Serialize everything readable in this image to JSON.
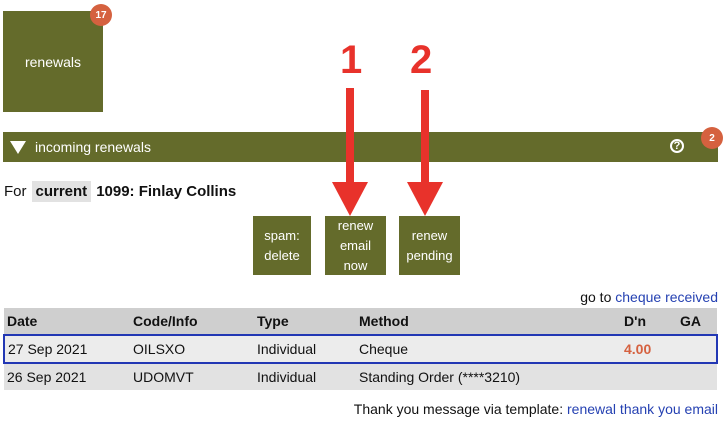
{
  "tile": {
    "label": "renewals",
    "badge": "17"
  },
  "section": {
    "title": "incoming renewals",
    "badge": "2",
    "help_icon": "?"
  },
  "member": {
    "prefix": "For",
    "tag": "current",
    "name": "1099: Finlay Collins"
  },
  "buttons": {
    "spam_line1": "spam:",
    "spam_line2": "delete",
    "renew_now_line1": "renew",
    "renew_now_line2": "email now",
    "renew_pending_line1": "renew",
    "renew_pending_line2": "pending"
  },
  "annotations": {
    "one": "1",
    "two": "2"
  },
  "links": {
    "goto_prefix": "go to",
    "goto_link": "cheque received",
    "thanks_prefix": "Thank you message via template:",
    "thanks_link": "renewal thank you email"
  },
  "table": {
    "headers": [
      "Date",
      "Code/Info",
      "Type",
      "Method",
      "D'n",
      "GA"
    ],
    "rows": [
      [
        "27 Sep 2021",
        "OILSXO",
        "Individual",
        "Cheque",
        "4.00",
        ""
      ],
      [
        "26 Sep 2021",
        "UDOMVT",
        "Individual",
        "Standing Order (****3210)",
        "",
        ""
      ]
    ]
  },
  "colors": {
    "olive": "#646b2b",
    "badge": "#d5613f",
    "arrow": "#e8322b",
    "link": "#2541b2"
  }
}
